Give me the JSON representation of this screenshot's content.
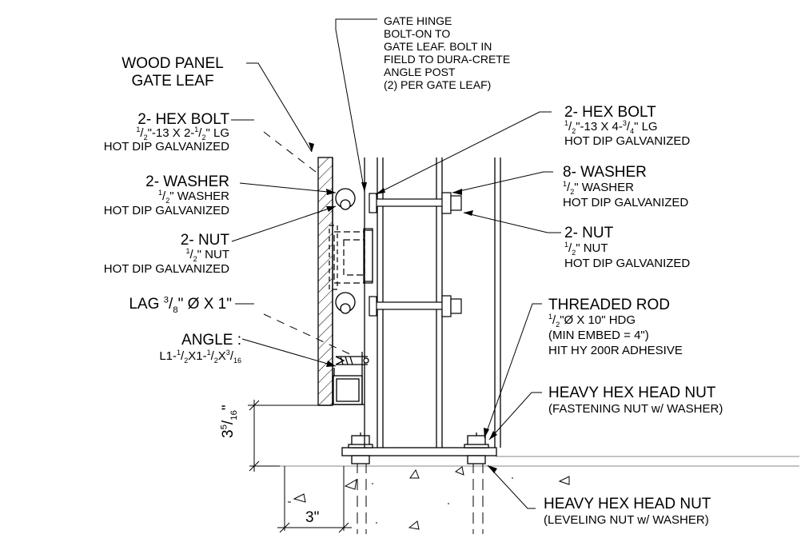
{
  "labels": {
    "gate_hinge": [
      "GATE HINGE",
      "BOLT-ON TO",
      "GATE LEAF. BOLT IN",
      "FIELD TO DURA-CRETE",
      "ANGLE POST",
      "(2) PER GATE LEAF)"
    ],
    "wood_panel": [
      "WOOD PANEL",
      "GATE LEAF"
    ],
    "hex_bolt_left": {
      "title": "2- HEX BOLT",
      "spec_a": "1",
      "spec_b": "2",
      "spec_c": "\"-13 X 2-",
      "spec_d": "1",
      "spec_e": "2",
      "spec_f": "\" LG",
      "finish": "HOT DIP GALVANIZED"
    },
    "washer_left": {
      "title": "2- WASHER",
      "size_num": "1",
      "size_den": "2",
      "size_rest": "\" WASHER",
      "finish": "HOT DIP GALVANIZED"
    },
    "nut_left": {
      "title": "2- NUT",
      "size_num": "1",
      "size_den": "2",
      "size_rest": "\" NUT",
      "finish": "HOT DIP GALVANIZED"
    },
    "lag": {
      "prefix": "LAG ",
      "num": "3",
      "den": "8",
      "rest": "\" Ø  X 1\""
    },
    "angle": {
      "title": "ANGLE :",
      "s1": "L1-",
      "n1": "1",
      "d1": "2",
      "s2": "X1-",
      "n2": "1",
      "d2": "2",
      "s3": "X",
      "n3": "3",
      "d3": "16"
    },
    "hex_bolt_right": {
      "title": "2- HEX BOLT",
      "n1": "1",
      "d1": "2",
      "s1": "\"-13 X 4-",
      "n2": "3",
      "d2": "4",
      "s2": "\" LG",
      "finish": "HOT DIP GALVANIZED"
    },
    "washer_right": {
      "title": "8- WASHER",
      "size_num": "1",
      "size_den": "2",
      "size_rest": "\" WASHER",
      "finish": "HOT DIP GALVANIZED"
    },
    "nut_right": {
      "title": "2- NUT",
      "size_num": "1",
      "size_den": "2",
      "size_rest": "\" NUT",
      "finish": "HOT DIP GALVANIZED"
    },
    "threaded_rod": {
      "title": "THREADED ROD",
      "n": "1",
      "d": "2",
      "spec": "\"Ø  X  10\" HDG",
      "embed": "(MIN EMBED = 4\")",
      "adhesive": "HIT HY 200R ADHESIVE"
    },
    "hhn_top": {
      "title": "HEAVY HEX HEAD NUT",
      "note": "(FASTENING NUT w/ WASHER)"
    },
    "hhn_bottom": {
      "title": "HEAVY HEX HEAD NUT",
      "note": "(LEVELING NUT w/ WASHER)"
    },
    "dim_vertical": {
      "whole": "3",
      "num": "5",
      "den": "16",
      "unit": "\""
    },
    "dim_horizontal": "3\""
  }
}
